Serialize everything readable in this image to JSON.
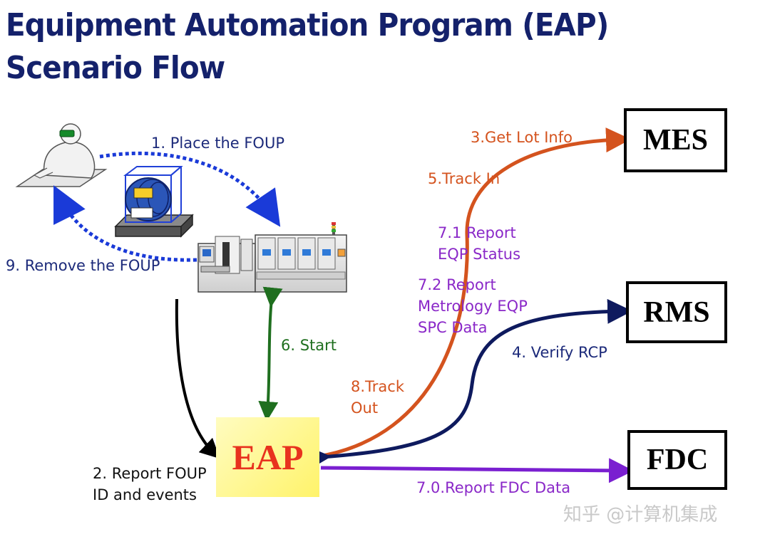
{
  "title": {
    "line1": "Equipment Automation Program (EAP)",
    "line2": "Scenario Flow"
  },
  "systems": {
    "mes": "MES",
    "rms": "RMS",
    "fdc": "FDC",
    "eap": "EAP"
  },
  "labels": {
    "place_foup": "1. Place the FOUP",
    "remove_foup": "9. Remove the FOUP",
    "report_foup_1": "2. Report FOUP",
    "report_foup_2": "ID and events",
    "get_lot_info": "3.Get Lot Info",
    "track_in": "5.Track In",
    "report_eqp_1": "7.1 Report",
    "report_eqp_2": "EQP Status",
    "report_metro_1": "7.2 Report",
    "report_metro_2": "Metrology EQP",
    "report_metro_3": "SPC Data",
    "verify_rcp": "4. Verify RCP",
    "start": "6. Start",
    "track_out_1": "8.Track",
    "track_out_2": "Out",
    "report_fdc": "7.0.Report FDC Data"
  },
  "watermark": "知乎 @计算机集成",
  "colors": {
    "title": "#14216b",
    "navy": "#1c2a7a",
    "orange": "#d4531e",
    "purple": "#8a28c8",
    "green": "#1f6f1f",
    "dotted_blue": "#1a3ad8",
    "eap_text": "#e8321e",
    "eap_fill": "#fff36a"
  },
  "icons": [
    "operator-icon",
    "foup-icon",
    "equipment-icon"
  ]
}
